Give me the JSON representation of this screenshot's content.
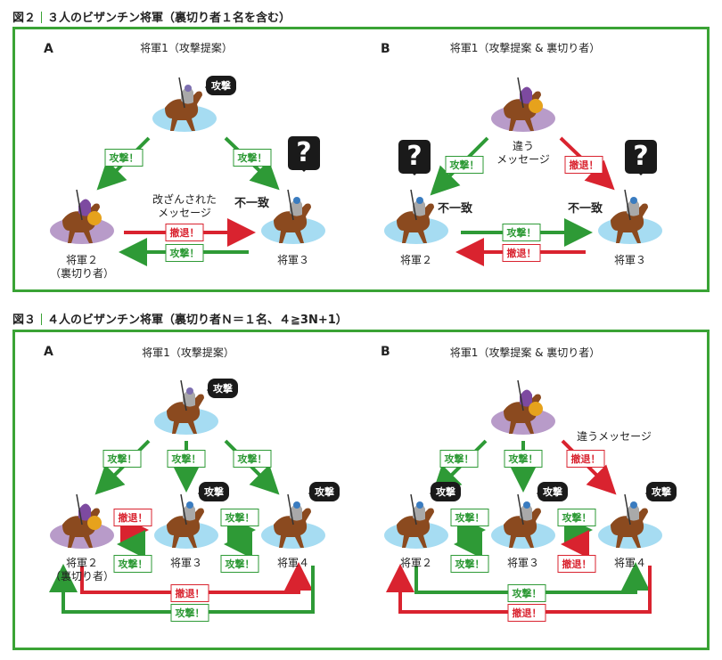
{
  "fig2": {
    "number": "図２",
    "title": "３人のビザンチン将軍（裏切り者１名を含む）",
    "panelA": {
      "letter": "A",
      "g1": "将軍1（攻撃提案）",
      "g2_line1": "将軍２",
      "g2_line2": "（裏切り者）",
      "g3": "将軍３",
      "bubble": "攻撃",
      "tag_left": "攻撃！",
      "tag_right": "攻撃！",
      "altered_line1": "改ざんされた",
      "altered_line2": "メッセージ",
      "tag_retreat": "撤退！",
      "tag_attack_back": "攻撃！",
      "mismatch": "不一致",
      "question": "?"
    },
    "panelB": {
      "letter": "B",
      "g1": "将軍1（攻撃提案 & 裏切り者）",
      "g2": "将軍２",
      "g3": "将軍３",
      "tag_left": "攻撃！",
      "tag_right": "撤退！",
      "diff_line1": "違う",
      "diff_line2": "メッセージ",
      "mismatch_left": "不一致",
      "mismatch_right": "不一致",
      "tag_mid_attack": "攻撃！",
      "tag_mid_retreat": "撤退！",
      "question": "?"
    }
  },
  "fig3": {
    "number": "図３",
    "title": "４人のビザンチン将軍（裏切り者Ｎ＝１名、４≧3N+1）",
    "panelA": {
      "letter": "A",
      "g1": "将軍1（攻撃提案）",
      "g2_line1": "将軍２",
      "g2_line2": "（裏切り者）",
      "g3": "将軍３",
      "g4": "将軍４",
      "bubble": "攻撃",
      "tag_top_left": "攻撃！",
      "tag_top_mid": "攻撃！",
      "tag_top_right": "攻撃！",
      "tag_23_retreat": "撤退！",
      "tag_23_attack": "攻撃！",
      "tag_34_attack_top": "攻撃！",
      "tag_34_attack_bot": "攻撃！",
      "tag_24_retreat": "撤退！",
      "tag_24_attack": "攻撃！"
    },
    "panelB": {
      "letter": "B",
      "g1": "将軍1（攻撃提案 & 裏切り者）",
      "g2": "将軍２",
      "g3": "将軍３",
      "g4": "将軍４",
      "bubble": "攻撃",
      "diff": "違うメッセージ",
      "tag_top_left": "攻撃！",
      "tag_top_mid": "攻撃！",
      "tag_top_right": "撤退！",
      "tag_23_top": "攻撃！",
      "tag_23_bot": "攻撃！",
      "tag_34_top": "攻撃！",
      "tag_34_bot": "撤退！",
      "tag_24_attack": "攻撃！",
      "tag_24_retreat": "撤退！"
    }
  },
  "colors": {
    "green": "#2e9a36",
    "red": "#d9232f",
    "frame": "#3aa335",
    "loyal_disc": "#a6dcf2",
    "traitor_disc": "#b89bc9",
    "horse": "#8b4a1f",
    "armor": "#a9a9a9",
    "coin": "#e6a21c"
  }
}
